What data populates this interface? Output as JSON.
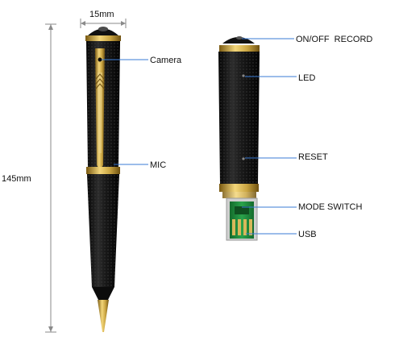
{
  "dimensions": {
    "width_label": "15mm",
    "length_label": "145mm"
  },
  "callouts": {
    "camera": "Camera",
    "mic": "MIC",
    "on_off_record": "ON/OFF  RECORD",
    "led": "LED",
    "reset": "RESET",
    "mode_switch": "MODE SWITCH",
    "usb": "USB"
  },
  "colors": {
    "pen_body": "#141414",
    "gold": "#c9a441",
    "gold_dark": "#8a6a1c",
    "callout_line": "#3a7bd5",
    "dimension_line": "#8a8a8a",
    "circuit_board": "#1f8a3c"
  }
}
